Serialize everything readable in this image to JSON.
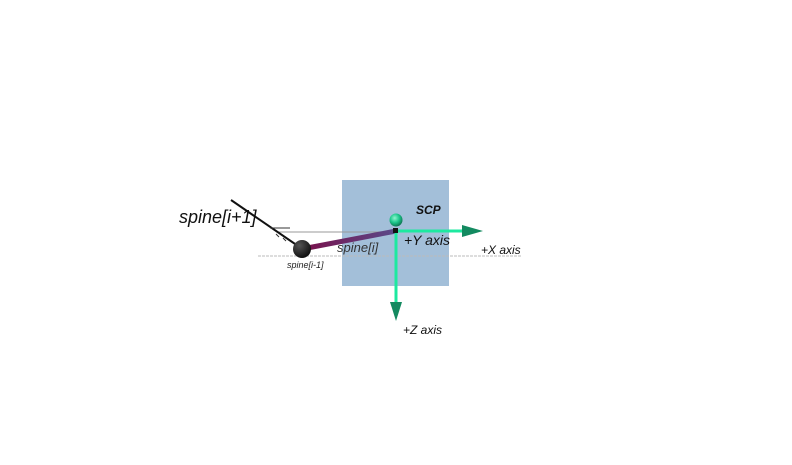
{
  "labels": {
    "spine_next": "spine[i+1]",
    "spine_current": "spine[i]",
    "spine_prev": "spine[i-1]",
    "scp": "SCP",
    "x_axis": "+X axis",
    "y_axis": "+Y axis",
    "z_axis": "+Z axis"
  },
  "colors": {
    "plane": "#a3bfd9",
    "axis": "#1de9a0",
    "axis_dark": "#0f7a55",
    "spine_segment_start": "#7a0f4a",
    "spine_segment_end": "#5a4a8a",
    "joint_ball": "#1a1a1a"
  }
}
